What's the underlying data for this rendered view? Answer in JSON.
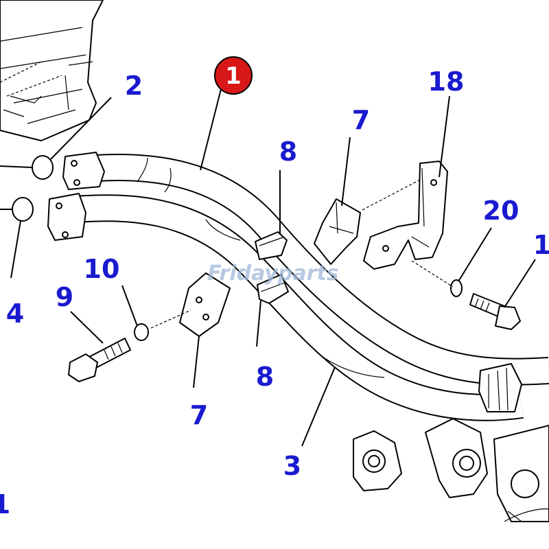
{
  "diagram": {
    "badge": {
      "label": "1",
      "color": "#d81818"
    },
    "callout_color": "#1a1ad0",
    "callouts": {
      "c2": "2",
      "c4": "4",
      "c1_left": "1",
      "c10": "10",
      "c9": "9",
      "c7_bottom": "7",
      "c8_top": "8",
      "c8_bottom": "8",
      "c7_top": "7",
      "c18": "18",
      "c20": "20",
      "c1_right": "1",
      "c3": "3"
    },
    "watermark": {
      "text": "Fridayparts",
      "color": "#9fb8d8"
    }
  }
}
